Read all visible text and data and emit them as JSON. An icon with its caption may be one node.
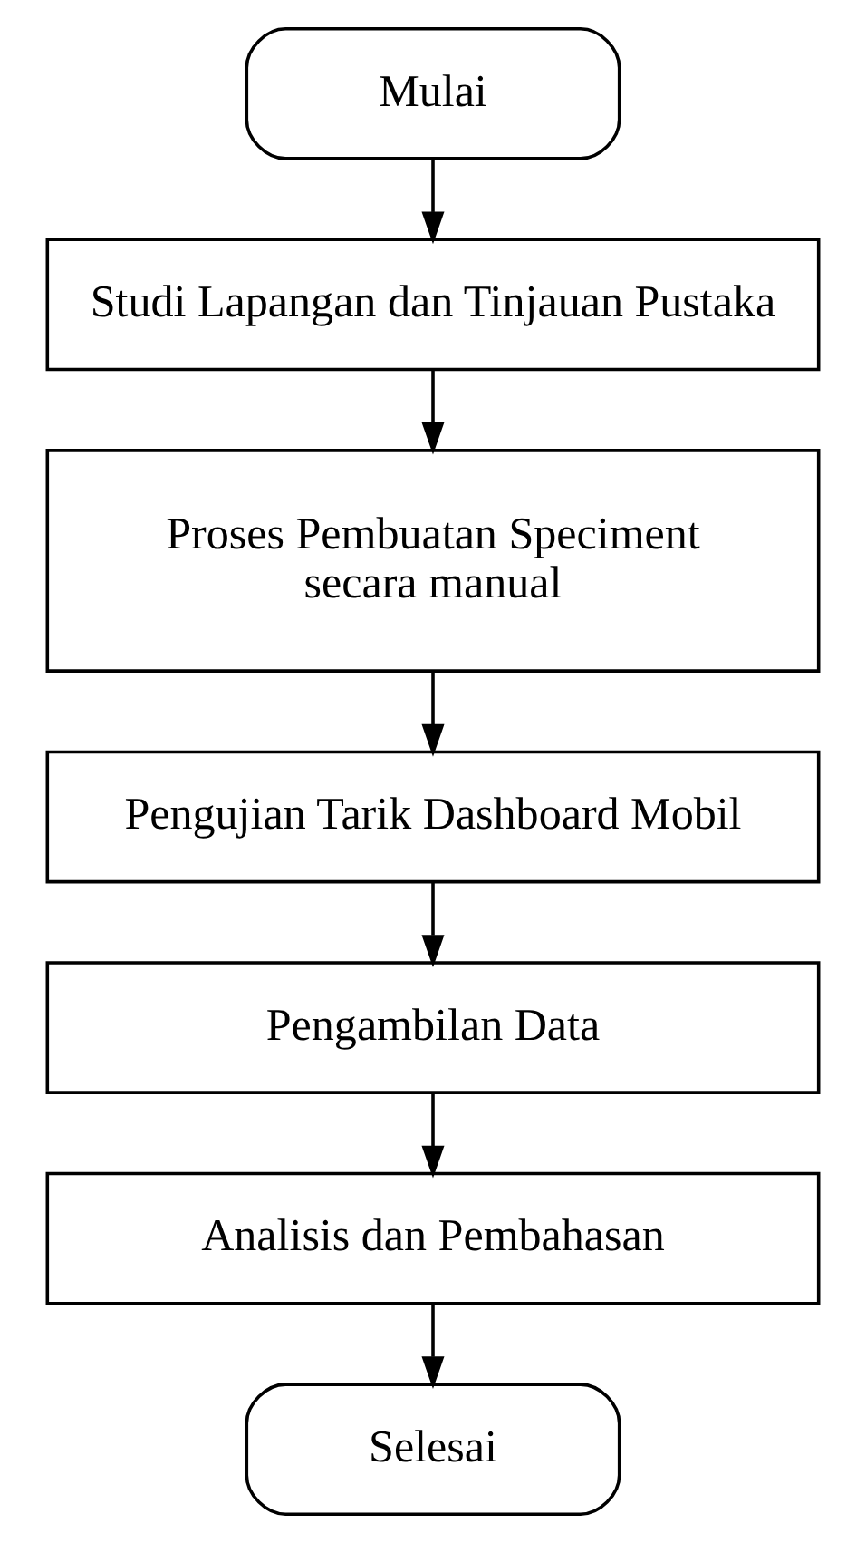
{
  "diagram": {
    "nodes": [
      {
        "text": [
          "Mulai"
        ]
      },
      {
        "text": [
          "Studi Lapangan dan Tinjauan Pustaka"
        ]
      },
      {
        "text": [
          "Proses Pembuatan Speciment secara manual"
        ]
      },
      {
        "text": [
          "Pengujian Tarik Dashboard Mobil"
        ]
      },
      {
        "text": [
          "Pengambilan Data"
        ]
      },
      {
        "text": [
          "Analisis dan Pembahasan"
        ]
      },
      {
        "text": [
          "Selesai"
        ]
      }
    ],
    "edges": [
      {
        "from": 0,
        "to": 1,
        "arrow": "to"
      },
      {
        "from": 1,
        "to": 2,
        "arrow": "to"
      },
      {
        "from": 2,
        "to": 3,
        "arrow": "to"
      },
      {
        "from": 3,
        "to": 4,
        "arrow": "to"
      },
      {
        "from": 4,
        "to": 5,
        "arrow": "to"
      },
      {
        "from": 5,
        "to": 6,
        "arrow": "to"
      }
    ]
  }
}
